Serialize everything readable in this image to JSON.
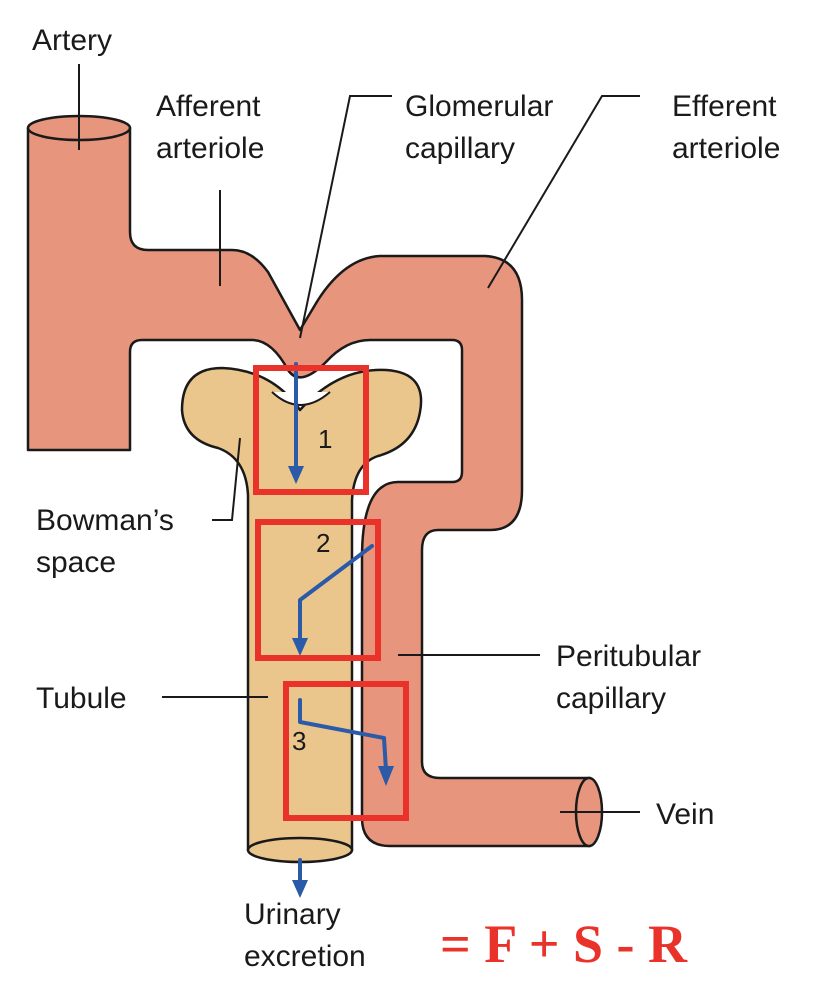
{
  "labels": {
    "artery": "Artery",
    "afferent_line1": "Afferent",
    "afferent_line2": "arteriole",
    "glomerular_line1": "Glomerular",
    "glomerular_line2": "capillary",
    "efferent_line1": "Efferent",
    "efferent_line2": "arteriole",
    "bowmans_line1": "Bowman’s",
    "bowmans_line2": "space",
    "peritubular_line1": "Peritubular",
    "peritubular_line2": "capillary",
    "tubule": "Tubule",
    "vein": "Vein",
    "urinary_line1": "Urinary",
    "urinary_line2": "excretion"
  },
  "steps": [
    "1",
    "2",
    "3"
  ],
  "formula": "= F + S - R",
  "colors": {
    "vessel": "#e8957d",
    "tubule": "#ebc68c",
    "flow_arrow": "#2a5aa8",
    "highlight_box": "#e8322a",
    "formula": "#e8322a"
  }
}
